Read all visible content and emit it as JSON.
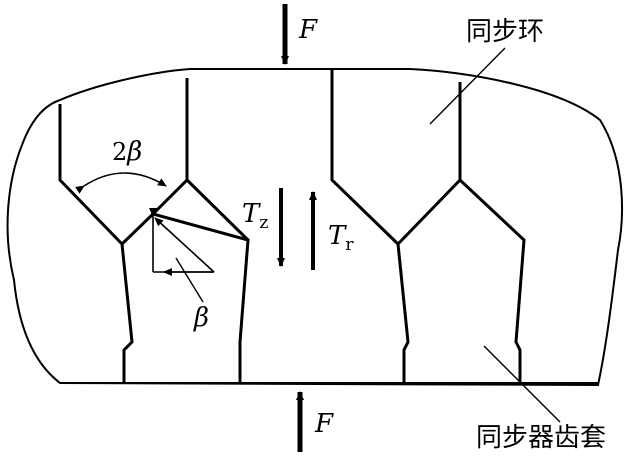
{
  "labels": {
    "force_top": "F",
    "force_bottom": "F",
    "synchronizer_ring": "同步环",
    "sleeve_gear": "同步器齿套",
    "angle_2beta_num": "2",
    "angle_2beta_sym": "β",
    "beta": "β",
    "tz_main": "T",
    "tz_sub": "z",
    "tr_main": "T",
    "tr_sub": "r"
  }
}
